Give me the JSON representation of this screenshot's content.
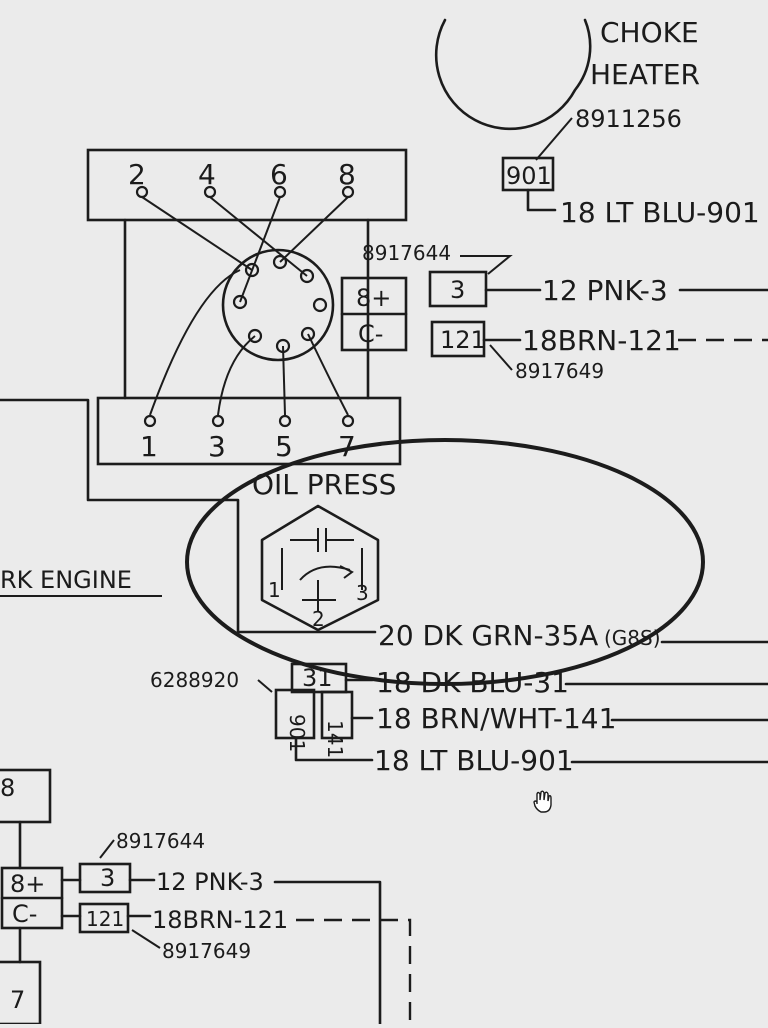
{
  "labels": {
    "choke_heater_line1": "CHOKE",
    "choke_heater_line2": "HEATER",
    "part_8911256": "8911256",
    "conn_901_top": "901",
    "wire_lt_blu_901_top": "18 LT BLU-901",
    "part_8917644_top": "8917644",
    "conn_3_top": "3",
    "wire_pnk_3_top": "12 PNK-3",
    "conn_121_top": "121",
    "wire_brn_121_top": "18BRN-121",
    "part_8917649_top": "8917649",
    "term_bplus_top": "8+",
    "term_cminus_top": "C-",
    "dist_num_2": "2",
    "dist_num_4": "4",
    "dist_num_6": "6",
    "dist_num_8": "8",
    "dist_num_1": "1",
    "dist_num_3": "3",
    "dist_num_5": "5",
    "dist_num_7": "7",
    "oil_press": "OIL PRESS",
    "rk_engine": "RK ENGINE",
    "sender_num_1": "1",
    "sender_num_2": "2",
    "sender_num_3": "3",
    "wire_dk_grn_35a": "20 DK GRN-35A",
    "g8s": "(G8S)",
    "part_6288920": "6288920",
    "conn_31": "31",
    "wire_dk_blu_31": "18 DK BLU-31",
    "conn_901_mid": "901",
    "conn_141": "141",
    "wire_brn_wht_141": "18 BRN/WHT-141",
    "wire_lt_blu_901_mid": "18 LT BLU-901",
    "part_8917644_bottom": "8917644",
    "conn_3_bottom": "3",
    "wire_pnk_3_bottom": "12 PNK-3",
    "conn_121_bottom": "121",
    "wire_brn_121_bottom": "18BRN-121",
    "part_8917649_bottom": "8917649",
    "term_bplus_bottom": "8+",
    "term_cminus_bottom": "C-",
    "left_num_8": "8",
    "left_num_7": "7"
  },
  "icons": {
    "cursor": "hand-cursor-icon"
  }
}
